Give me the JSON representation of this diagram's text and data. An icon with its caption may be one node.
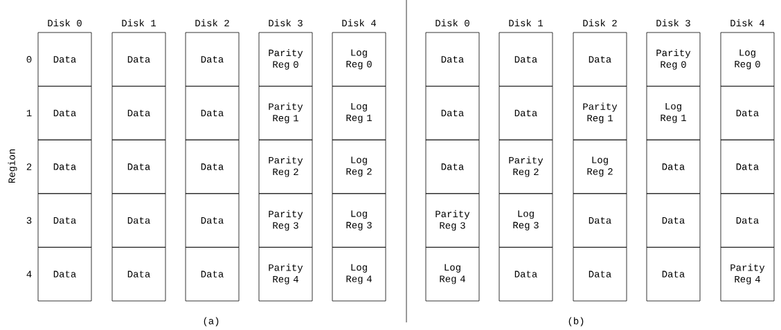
{
  "diagram": {
    "nodes": [
      {
        "text": [
          "Data"
        ]
      },
      {
        "text": [
          "Data"
        ]
      },
      {
        "text": [
          "Data"
        ]
      },
      {
        "text": [
          "Parity Reg 0"
        ]
      },
      {
        "text": [
          "Log Reg 0"
        ]
      },
      {
        "text": [
          "Data"
        ]
      },
      {
        "text": [
          "Data"
        ]
      },
      {
        "text": [
          "Data"
        ]
      },
      {
        "text": [
          "Parity Reg 1"
        ]
      },
      {
        "text": [
          "Log Reg 1"
        ]
      },
      {
        "text": [
          "Data"
        ]
      },
      {
        "text": [
          "Data"
        ]
      },
      {
        "text": [
          "Data"
        ]
      },
      {
        "text": [
          "Parity Reg 2"
        ]
      },
      {
        "text": [
          "Log Reg 2"
        ]
      },
      {
        "text": [
          "Data"
        ]
      },
      {
        "text": [
          "Data"
        ]
      },
      {
        "text": [
          "Data"
        ]
      },
      {
        "text": [
          "Parity Reg 3"
        ]
      },
      {
        "text": [
          "Log Reg 3"
        ]
      },
      {
        "text": [
          "Data"
        ]
      },
      {
        "text": [
          "Data"
        ]
      },
      {
        "text": [
          "Data"
        ]
      },
      {
        "text": [
          "Parity Reg 4"
        ]
      },
      {
        "text": [
          "Log Reg 4"
        ]
      },
      {
        "text": [
          "Data"
        ]
      },
      {
        "text": [
          "Data"
        ]
      },
      {
        "text": [
          "Data"
        ]
      },
      {
        "text": [
          "Parity Reg 0"
        ]
      },
      {
        "text": [
          "Log Reg 0"
        ]
      },
      {
        "text": [
          "Data"
        ]
      },
      {
        "text": [
          "Data"
        ]
      },
      {
        "text": [
          "Parity Reg 1"
        ]
      },
      {
        "text": [
          "Log Reg 1"
        ]
      },
      {
        "text": [
          "Data"
        ]
      },
      {
        "text": [
          "Data"
        ]
      },
      {
        "text": [
          "Parity Reg 2"
        ]
      },
      {
        "text": [
          "Log Reg 2"
        ]
      },
      {
        "text": [
          "Data"
        ]
      },
      {
        "text": [
          "Data"
        ]
      },
      {
        "text": [
          "Parity Reg 3"
        ]
      },
      {
        "text": [
          "Log Reg 3"
        ]
      },
      {
        "text": [
          "Data"
        ]
      },
      {
        "text": [
          "Data"
        ]
      },
      {
        "text": [
          "Data"
        ]
      },
      {
        "text": [
          "Log Reg 4"
        ]
      },
      {
        "text": [
          "Data"
        ]
      },
      {
        "text": [
          "Data"
        ]
      },
      {
        "text": [
          "Data"
        ]
      },
      {
        "text": [
          "Parity Reg 4"
        ]
      }
    ],
    "labels": [
      "Disk 0",
      "Disk 1",
      "Disk 2",
      "Disk 3",
      "Disk 4",
      "Disk 0",
      "Disk 1",
      "Disk 2",
      "Disk 3",
      "Disk 4",
      "Region",
      "0",
      "1",
      "2",
      "3",
      "4",
      "(a)",
      "(b)"
    ]
  }
}
